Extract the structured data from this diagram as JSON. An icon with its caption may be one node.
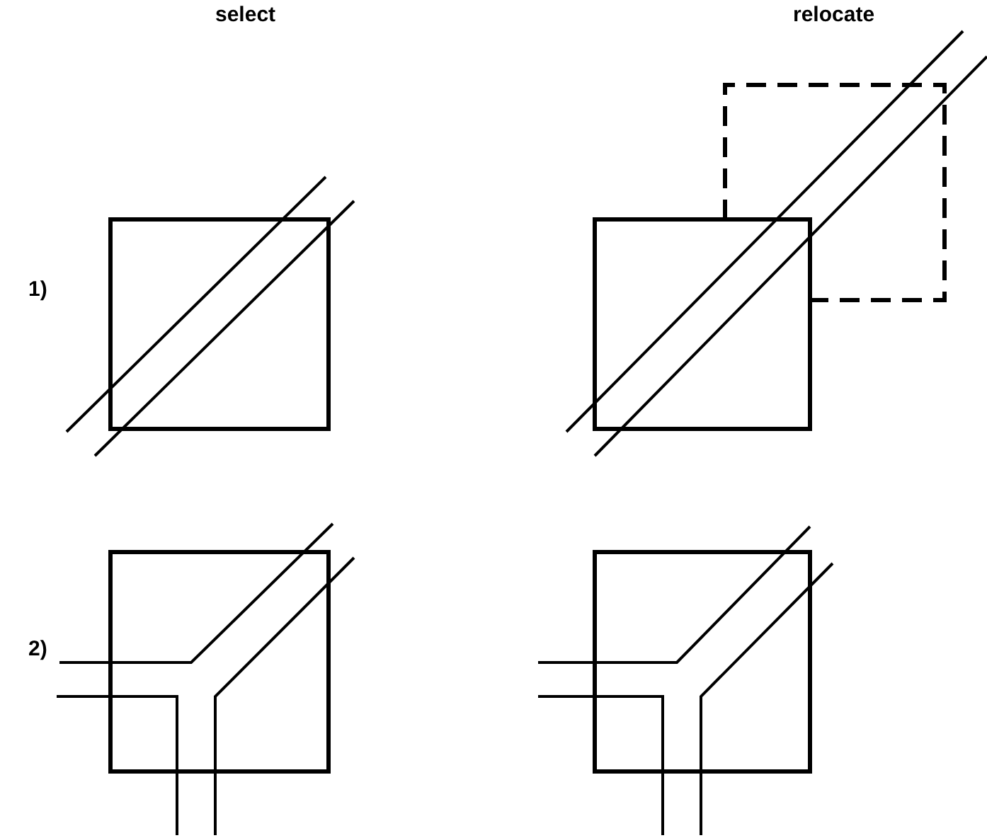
{
  "diagram": {
    "labels": [
      "select",
      "relocate",
      "1)",
      "2)"
    ]
  }
}
